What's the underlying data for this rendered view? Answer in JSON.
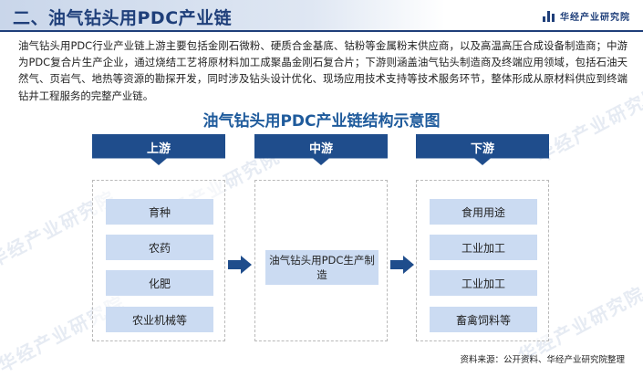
{
  "header": {
    "title": "二、油气钻头用PDC产业链",
    "brand": "华经产业研究院"
  },
  "intro": "油气钻头用PDC行业产业链上游主要包括金刚石微粉、硬质合金基底、钴粉等金属粉末供应商，以及高温高压合成设备制造商；中游为PDC复合片生产企业，通过烧结工艺将原材料加工成聚晶金刚石复合片；下游则涵盖油气钻头制造商及终端应用领域，包括石油天然气、页岩气、地热等资源的勘探开发，同时涉及钻头设计优化、现场应用技术支持等技术服务环节，整体形成从原材料供应到终端钻井工程服务的完整产业链。",
  "diagram": {
    "title": "油气钻头用PDC产业链结构示意图",
    "upstream": {
      "label": "上游",
      "items": [
        "育种",
        "农药",
        "化肥",
        "农业机械等"
      ]
    },
    "midstream": {
      "label": "中游",
      "item": "油气钻头用PDC生产制造"
    },
    "downstream": {
      "label": "下游",
      "items": [
        "食用用途",
        "工业加工",
        "工业加工",
        "畜禽饲料等"
      ]
    }
  },
  "watermark": "华经产业研究院",
  "source": "资料来源：公开资料、华经产业研究院整理",
  "colors": {
    "primary": "#1f4d8c",
    "title_blue": "#1f5b9c",
    "item_fill": "#cbdbf2"
  }
}
